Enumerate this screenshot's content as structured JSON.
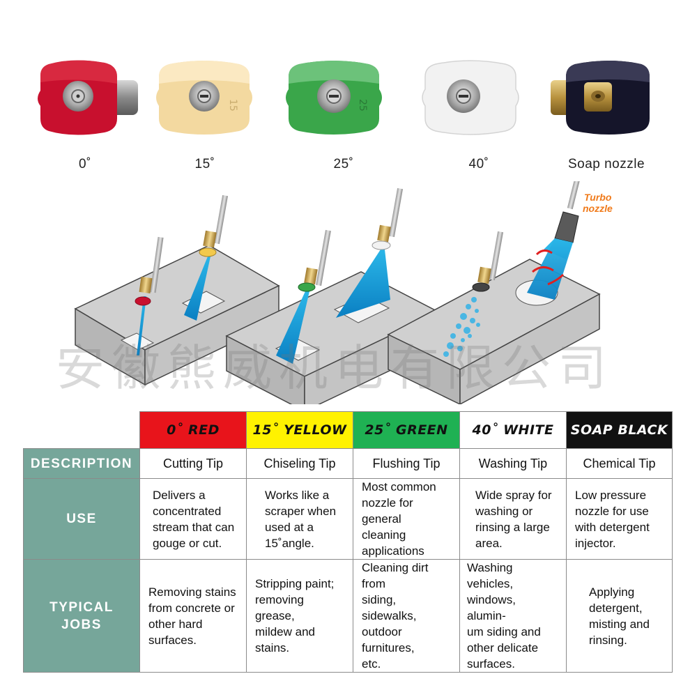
{
  "nozzles": [
    {
      "label": "0˚",
      "color": "#c8102e"
    },
    {
      "label": "15˚",
      "color": "#f3d9a0"
    },
    {
      "label": "25˚",
      "color": "#3aa64a"
    },
    {
      "label": "40˚",
      "color": "#f2f2f2"
    },
    {
      "label": "Soap nozzle",
      "color": "#15152a"
    }
  ],
  "turbo_label": "Turbo\nnozzle",
  "watermark": "安徽熊威机电有限公司",
  "table": {
    "headers": [
      {
        "label": "0˚ RED",
        "bg": "#e8141b",
        "fg": "#111111"
      },
      {
        "label": "15˚ YELLOW",
        "bg": "#fff200",
        "fg": "#111111"
      },
      {
        "label": "25˚ GREEN",
        "bg": "#1fb153",
        "fg": "#111111"
      },
      {
        "label": "40˚ WHITE",
        "bg": "#ffffff",
        "fg": "#111111"
      },
      {
        "label": "SOAP BLACK",
        "bg": "#111111",
        "fg": "#ffffff"
      }
    ],
    "row_labels": {
      "description": "DESCRIPTION",
      "use": "USE",
      "typical_jobs": "TYPICAL\nJOBS"
    },
    "description": [
      "Cutting Tip",
      "Chiseling Tip",
      "Flushing Tip",
      "Washing Tip",
      "Chemical Tip"
    ],
    "use": [
      "Delivers a\nconcentrated\nstream that can\ngouge or cut.",
      "Works like a\nscraper when\nused at a\n15˚angle.",
      "Most common\nnozzle for general\ncleaning\napplications",
      "Wide spray for\nwashing or\nrinsing a large\narea.",
      "Low pressure\nnozzle for use\nwith detergent\ninjector."
    ],
    "typical_jobs": [
      "Removing stains\nfrom concrete or\nother hard\nsurfaces.",
      "Stripping paint;\nremoving grease,\nmildew and\nstains.",
      "Cleaning dirt from\nsiding, sidewalks,\noutdoor furnitures,\netc.",
      "Washing vehicles,\nwindows, alumin-\num siding and\nother delicate\nsurfaces.",
      "Applying\ndetergent,\nmisting and\nrinsing."
    ]
  }
}
